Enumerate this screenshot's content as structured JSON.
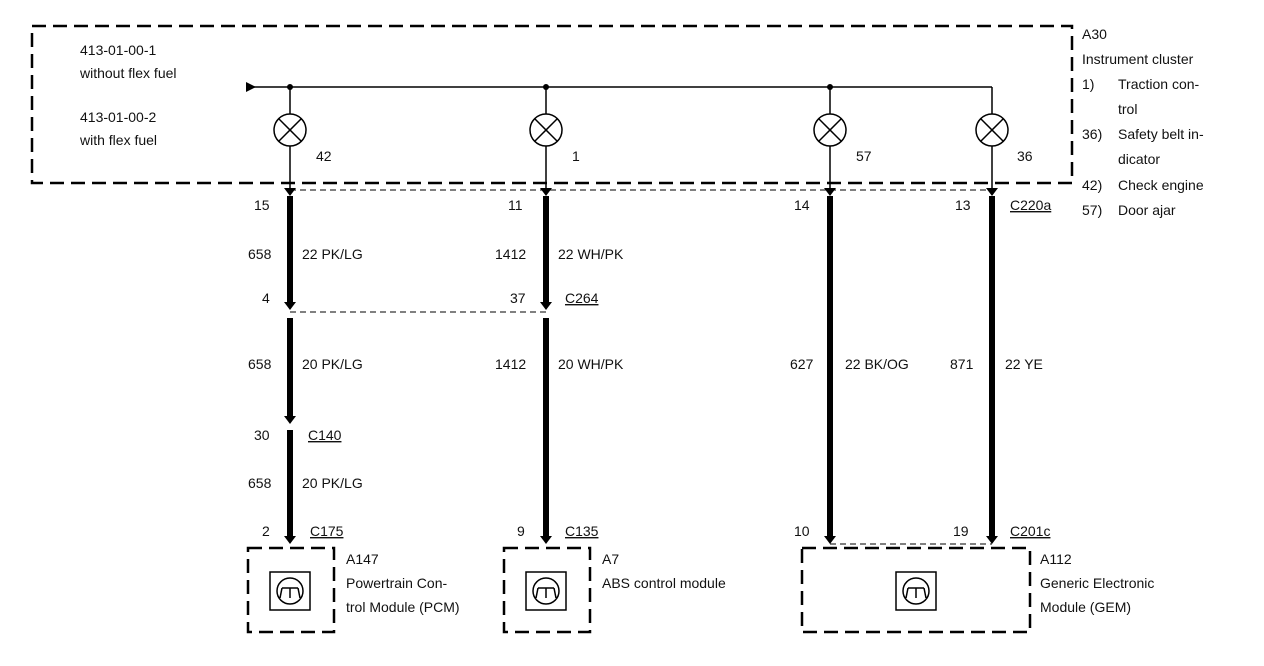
{
  "cluster": {
    "ref": "A30",
    "name": "Instrument cluster",
    "variant1_code": "413-01-00-1",
    "variant1_desc": "without flex fuel",
    "variant2_code": "413-01-00-2",
    "variant2_desc": "with flex fuel",
    "legend": [
      {
        "num": "1)",
        "line1": "Traction con-",
        "line2": "trol"
      },
      {
        "num": "36)",
        "line1": "Safety belt in-",
        "line2": "dicator"
      },
      {
        "num": "42)",
        "line1": "Check engine",
        "line2": ""
      },
      {
        "num": "57)",
        "line1": "Door ajar",
        "line2": ""
      }
    ]
  },
  "lamps": [
    {
      "id": "42"
    },
    {
      "id": "1"
    },
    {
      "id": "57"
    },
    {
      "id": "36"
    }
  ],
  "connectors": {
    "c220a": {
      "name": "C220a",
      "pins": [
        "15",
        "11",
        "14",
        "13"
      ]
    },
    "c264": {
      "name": "C264",
      "pins": [
        "4",
        "37"
      ]
    },
    "c140": {
      "name": "C140",
      "pin": "30"
    },
    "c175": {
      "name": "C175",
      "pin": "2"
    },
    "c135": {
      "name": "C135",
      "pin": "9"
    },
    "c201c": {
      "name": "C201c",
      "pins": [
        "10",
        "19"
      ]
    }
  },
  "wires": {
    "w1_upper": {
      "circuit": "658",
      "spec": "22 PK/LG"
    },
    "w2_upper": {
      "circuit": "1412",
      "spec": "22 WH/PK"
    },
    "w1_mid": {
      "circuit": "658",
      "spec": "20 PK/LG"
    },
    "w2_mid": {
      "circuit": "1412",
      "spec": "20 WH/PK"
    },
    "w3": {
      "circuit": "627",
      "spec": "22 BK/OG"
    },
    "w4": {
      "circuit": "871",
      "spec": "22 YE"
    },
    "w1_low": {
      "circuit": "658",
      "spec": "20 PK/LG"
    }
  },
  "modules": {
    "pcm": {
      "ref": "A147",
      "line1": "Powertrain Con-",
      "line2": "trol Module (PCM)"
    },
    "abs": {
      "ref": "A7",
      "line1": "ABS control module"
    },
    "gem": {
      "ref": "A112",
      "line1": "Generic Electronic",
      "line2": "Module (GEM)"
    }
  }
}
